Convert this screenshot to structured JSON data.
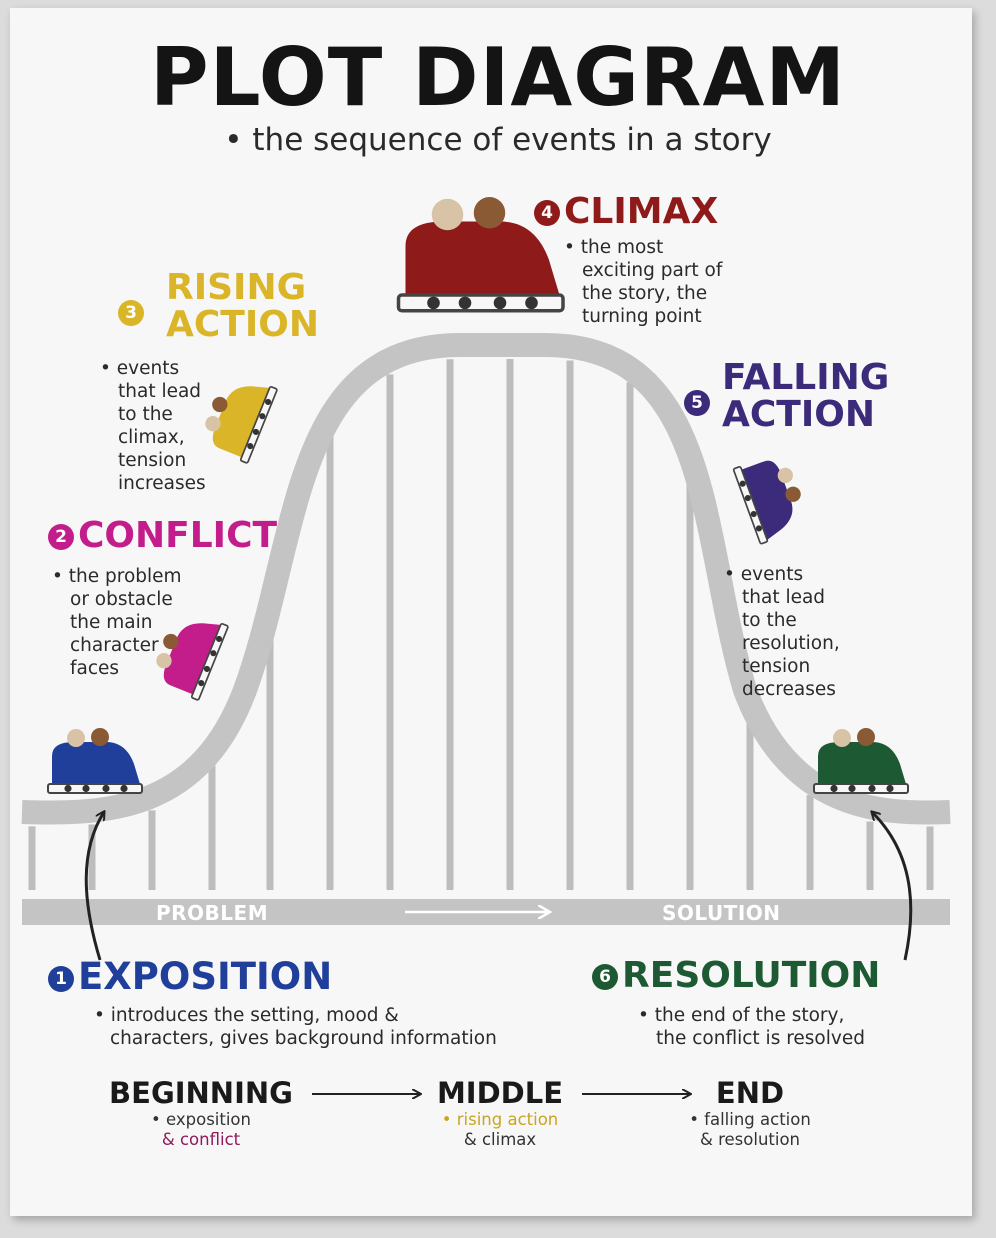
{
  "title": "PLOT DIAGRAM",
  "subtitle": "• the sequence of events in a story",
  "colors": {
    "exposition": "#1f3f9a",
    "conflict": "#c21d8b",
    "rising_action": "#d9b527",
    "climax": "#8e1a1a",
    "falling_action": "#3b2b7a",
    "resolution": "#1d5a33",
    "track": "#c4c4c4"
  },
  "stages": [
    {
      "num": "1",
      "heading": "EXPOSITION",
      "lines": [
        "• introduces the setting, mood &",
        "characters, gives background information"
      ]
    },
    {
      "num": "2",
      "heading": "CONFLICT",
      "lines": [
        "• the problem",
        "or obstacle",
        "the main",
        "character",
        "faces"
      ]
    },
    {
      "num": "3",
      "heading_lines": [
        "RISING",
        "ACTION"
      ],
      "lines": [
        "• events",
        "that lead",
        "to the",
        "climax,",
        "tension",
        "increases"
      ]
    },
    {
      "num": "4",
      "heading": "CLIMAX",
      "lines": [
        "• the most",
        "exciting part of",
        "the story, the",
        "turning point"
      ]
    },
    {
      "num": "5",
      "heading_lines": [
        "FALLING",
        "ACTION"
      ],
      "lines": [
        "• events",
        "that lead",
        "to the",
        "resolution,",
        "tension",
        "decreases"
      ]
    },
    {
      "num": "6",
      "heading": "RESOLUTION",
      "lines": [
        "• the end of the story,",
        "the conflict is resolved"
      ]
    }
  ],
  "track": {
    "left_label": "PROBLEM",
    "right_label": "SOLUTION"
  },
  "sequence": {
    "beginning": {
      "word": "BEGINNING",
      "line1": "• exposition",
      "line2": "& conflict"
    },
    "middle": {
      "word": "MIDDLE",
      "line1": "• rising action",
      "line2": "& climax"
    },
    "end": {
      "word": "END",
      "line1": "• falling action",
      "line2": "& resolution"
    }
  },
  "icons": [
    "coaster-car-blue",
    "coaster-car-magenta",
    "coaster-car-yellow",
    "coaster-car-red",
    "coaster-car-purple",
    "coaster-car-green",
    "curved-arrow-icon",
    "right-arrow-icon"
  ]
}
